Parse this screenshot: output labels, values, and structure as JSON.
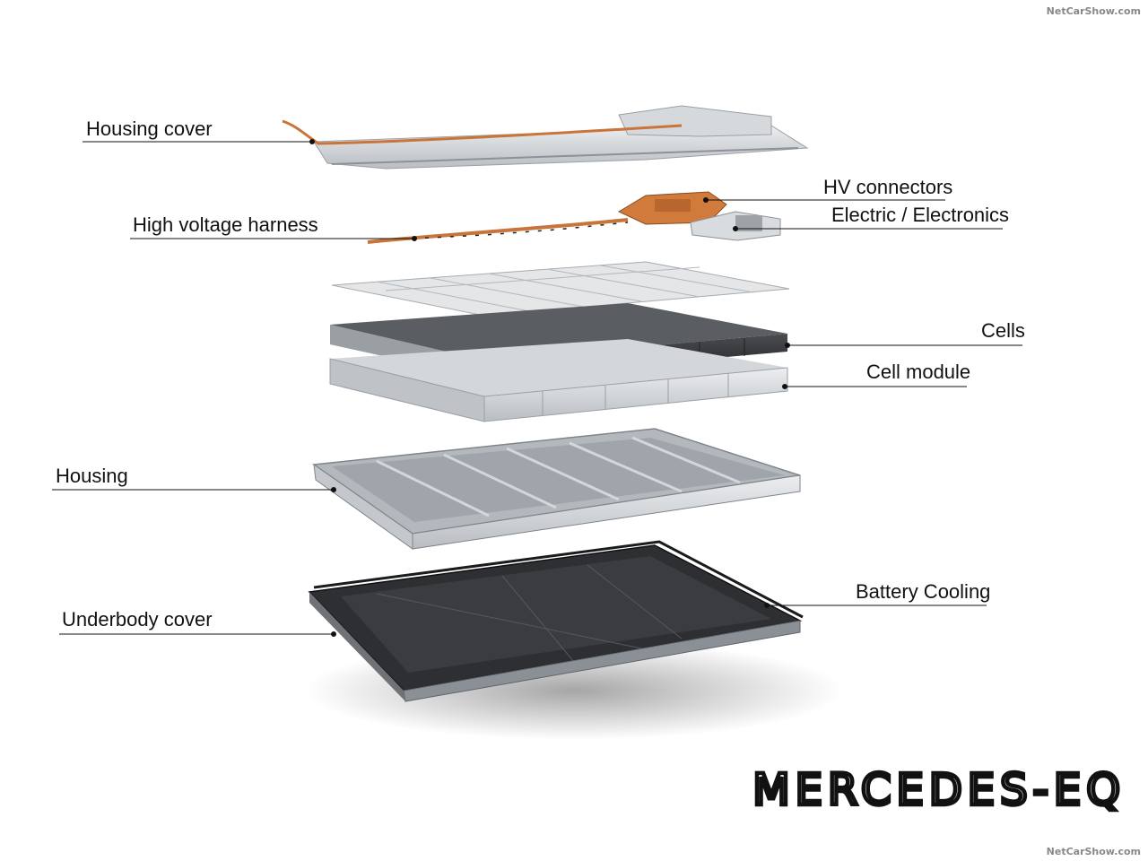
{
  "watermark": "NetCarShow.com",
  "brand": "MERCEDES-EQ",
  "labels": {
    "housing_cover": "Housing cover",
    "hv_connectors": "HV connectors",
    "electric_electronics": "Electric / Electronics",
    "high_voltage_harness": "High voltage harness",
    "cells": "Cells",
    "cell_module": "Cell module",
    "housing": "Housing",
    "battery_cooling": "Battery Cooling",
    "underbody_cover": "Underbody cover"
  },
  "colors": {
    "aluminium": "#c9ccd0",
    "cell_dark": "#2e3033",
    "copper": "#c8743a",
    "cooling_plate": "#3a3c3f",
    "text": "#111111"
  }
}
